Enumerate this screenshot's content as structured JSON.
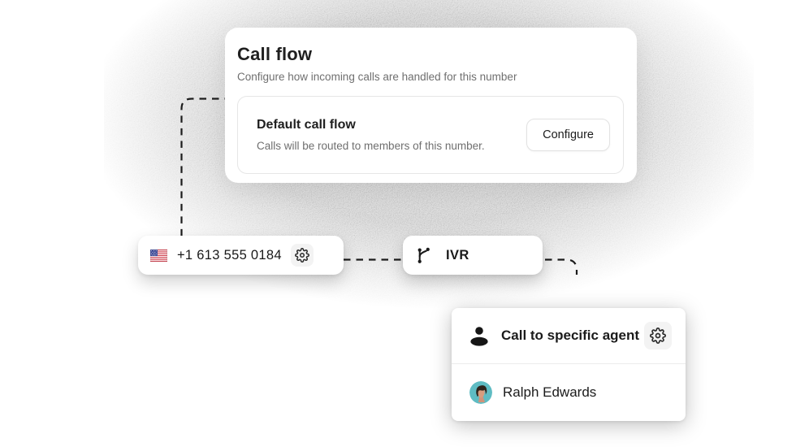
{
  "call_flow_card": {
    "title": "Call flow",
    "subtitle": "Configure how incoming calls are handled for this number",
    "default_flow": {
      "title": "Default call flow",
      "description": "Calls will be routed to members of this number.",
      "configure_label": "Configure"
    }
  },
  "phone_node": {
    "number": "+1 613 555 0184",
    "flag_icon": "us-flag-icon",
    "settings_icon": "gear-icon"
  },
  "ivr_node": {
    "label": "IVR",
    "icon": "branch-icon"
  },
  "agent_card": {
    "title": "Call to specific agent",
    "title_icon": "person-icon",
    "settings_icon": "gear-icon",
    "agent_name": "Ralph Edwards",
    "avatar": "ralph-edwards-avatar"
  },
  "colors": {
    "text_dark": "#1d1d1d",
    "text_muted": "#6f6f6f",
    "card_bg": "#ffffff",
    "border": "#e6e6e6",
    "chip_bg": "#f3f3f3",
    "dash_line": "#1c1c1c",
    "blob_gray": "#dcdcdc",
    "avatar_bg": "#5fbcc3",
    "flag_red": "#cf4250",
    "flag_blue": "#46519b"
  }
}
